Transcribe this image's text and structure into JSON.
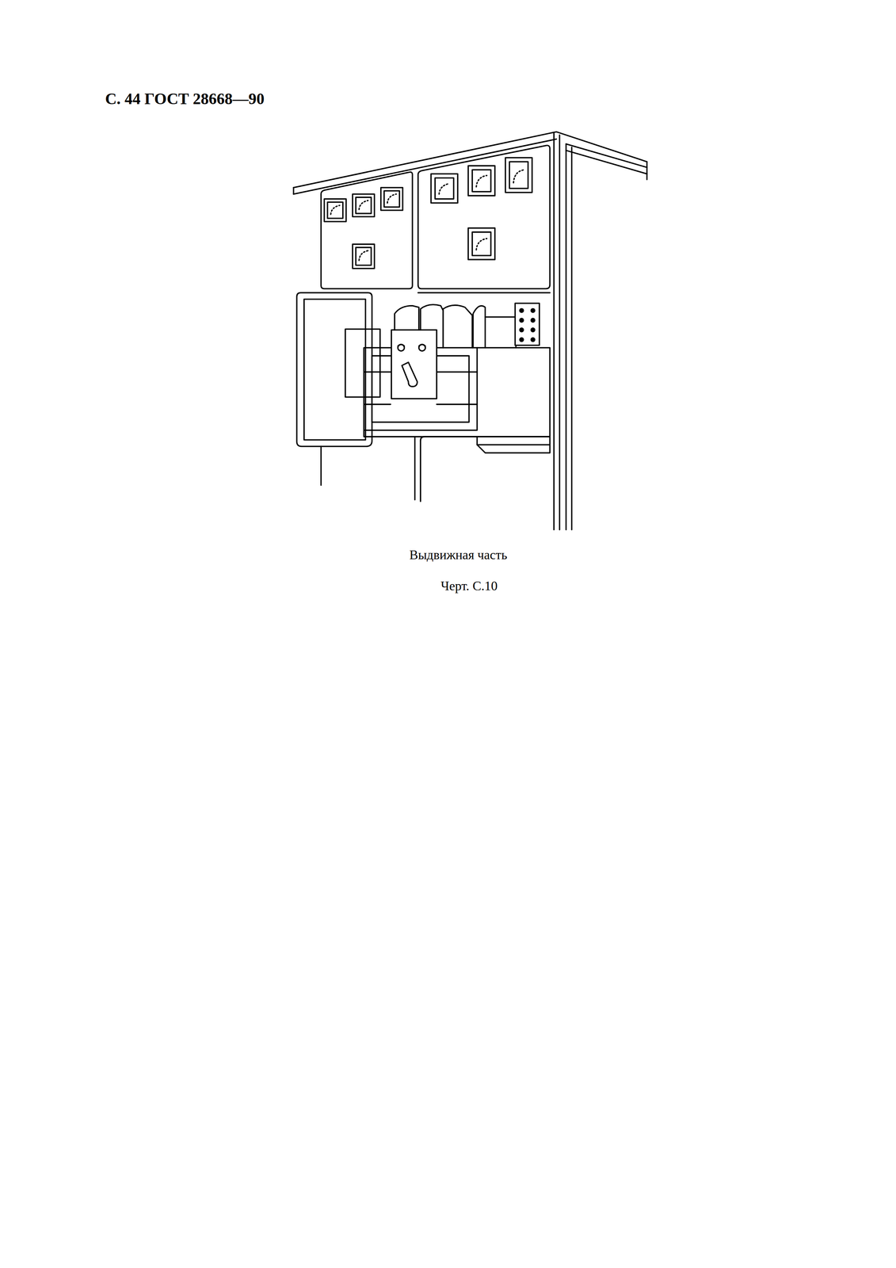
{
  "diagram": {
    "caption": "Выдвижная часть",
    "labels": [
      "С. 44 ГОСТ 28668—90",
      "Черт. С.10"
    ]
  }
}
